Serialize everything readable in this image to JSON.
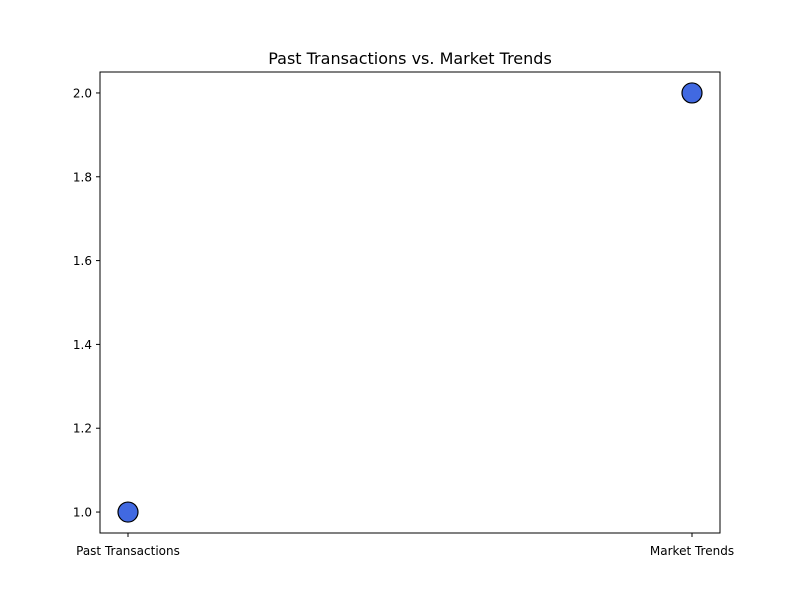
{
  "chart_data": {
    "type": "scatter",
    "title": "Past Transactions vs. Market Trends",
    "xlabel": "",
    "ylabel": "",
    "categories": [
      "Past Transactions",
      "Market Trends"
    ],
    "points": [
      {
        "category": "Past Transactions",
        "y": 1.0
      },
      {
        "category": "Market Trends",
        "y": 2.0
      }
    ],
    "yticks": [
      "1.0",
      "1.2",
      "1.4",
      "1.6",
      "1.8",
      "2.0"
    ],
    "ylim": [
      0.95,
      2.05
    ],
    "grid": false,
    "legend": "none",
    "marker_color": "#4169e1",
    "marker_edge_color": "#000000"
  }
}
